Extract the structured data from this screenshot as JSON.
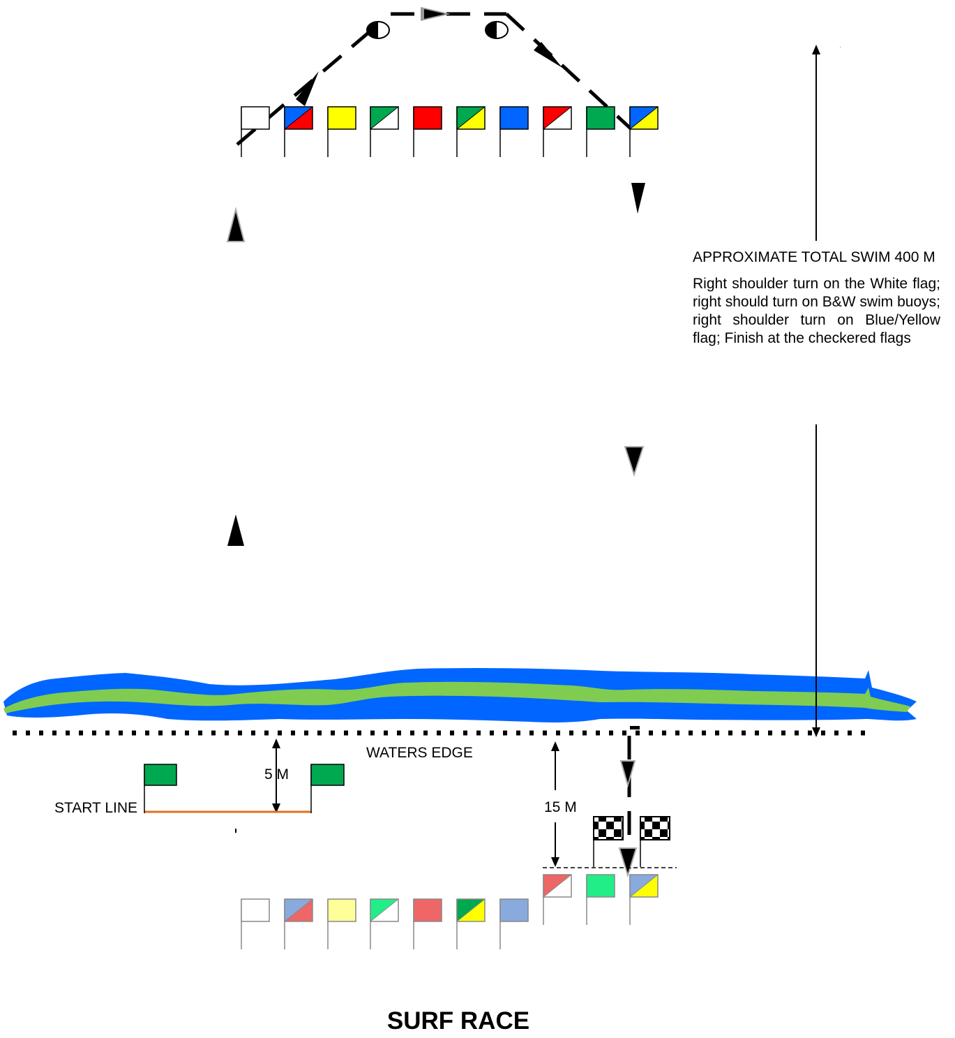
{
  "title": "SURF RACE",
  "info": {
    "total": "APPROXIMATE TOTAL SWIM 400 M",
    "instructions": "Right shoulder turn on the White flag; right should turn on B&W swim buoys; right shoulder turn on Blue/Yellow flag; Finish at the checkered flags"
  },
  "labels": {
    "waters_edge": "WATERS EDGE",
    "distance_5m": "5 M",
    "distance_15m": "15 M",
    "start_line": "START LINE"
  },
  "colors": {
    "water_blue": "#0066ff",
    "water_green": "#80cc50",
    "start_line": "#e07020",
    "white": "#ffffff",
    "blue": "#0066ff",
    "red": "#ff0000",
    "yellow": "#ffff00",
    "green": "#00a850",
    "pale_blue": "#88aadd",
    "pale_red": "#ee6666",
    "pale_yellow": "#ffff99",
    "mint": "#22ee88"
  },
  "water_flags": [
    {
      "name": "white",
      "type": "solid",
      "colors": [
        "white"
      ]
    },
    {
      "name": "blue-red",
      "type": "diag",
      "colors": [
        "blue",
        "red"
      ]
    },
    {
      "name": "yellow",
      "type": "solid",
      "colors": [
        "yellow"
      ]
    },
    {
      "name": "green-white",
      "type": "diag",
      "colors": [
        "green",
        "white"
      ]
    },
    {
      "name": "red",
      "type": "solid",
      "colors": [
        "red"
      ]
    },
    {
      "name": "green-yellow",
      "type": "diag",
      "colors": [
        "green",
        "yellow"
      ]
    },
    {
      "name": "blue",
      "type": "solid",
      "colors": [
        "blue"
      ]
    },
    {
      "name": "red-white",
      "type": "diag",
      "colors": [
        "red",
        "white"
      ]
    },
    {
      "name": "green",
      "type": "solid",
      "colors": [
        "green"
      ]
    },
    {
      "name": "blue-yellow",
      "type": "diag",
      "colors": [
        "blue",
        "yellow"
      ]
    }
  ],
  "beach_flags": [
    {
      "name": "white",
      "type": "solid",
      "colors": [
        "white"
      ]
    },
    {
      "name": "blue-red",
      "type": "diag",
      "colors": [
        "pale_blue",
        "pale_red"
      ]
    },
    {
      "name": "yellow",
      "type": "solid",
      "colors": [
        "pale_yellow"
      ]
    },
    {
      "name": "green-white",
      "type": "diag",
      "colors": [
        "mint",
        "white"
      ]
    },
    {
      "name": "red",
      "type": "solid",
      "colors": [
        "pale_red"
      ]
    },
    {
      "name": "green-yellow",
      "type": "diag",
      "colors": [
        "green",
        "yellow"
      ]
    },
    {
      "name": "blue",
      "type": "solid",
      "colors": [
        "pale_blue"
      ]
    },
    {
      "name": "red-white",
      "type": "diag",
      "colors": [
        "pale_red",
        "white"
      ]
    },
    {
      "name": "green",
      "type": "solid",
      "colors": [
        "mint"
      ]
    },
    {
      "name": "blue-yellow",
      "type": "diag",
      "colors": [
        "pale_blue",
        "yellow"
      ]
    }
  ]
}
